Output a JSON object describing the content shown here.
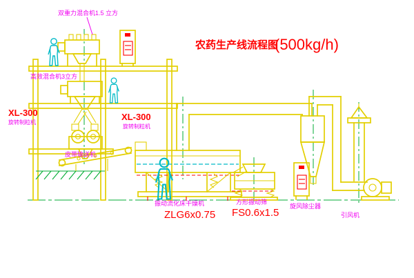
{
  "colors": {
    "line_yellow": "#e3cf00",
    "line_cyan": "#00b9c6",
    "line_green": "#00ab33",
    "line_red": "#ff0000",
    "text_magenta": "#f000f0",
    "background": "#ffffff"
  },
  "title": {
    "name": "农药生产线流程图",
    "capacity": "(500kg/h)"
  },
  "equipment_labels": {
    "top_mixer_note": "双重力混合机1.5 立方",
    "second_mixer_note": "高效混合机3立方",
    "granulator_left_model": "XL-300",
    "granulator_left_name": "旋转制粒机",
    "granulator_right_model": "XL-300",
    "granulator_right_name": "旋转制粒机",
    "belt_conveyor_name": "皮带输送机",
    "dryer_name": "振动流化床干燥机",
    "dryer_model": "ZLG6x0.75",
    "sieve_name": "方形振动筛",
    "sieve_model": "FS0.6x1.5",
    "cyclone_name": "旋风除尘器",
    "fan_name": "引风机"
  }
}
